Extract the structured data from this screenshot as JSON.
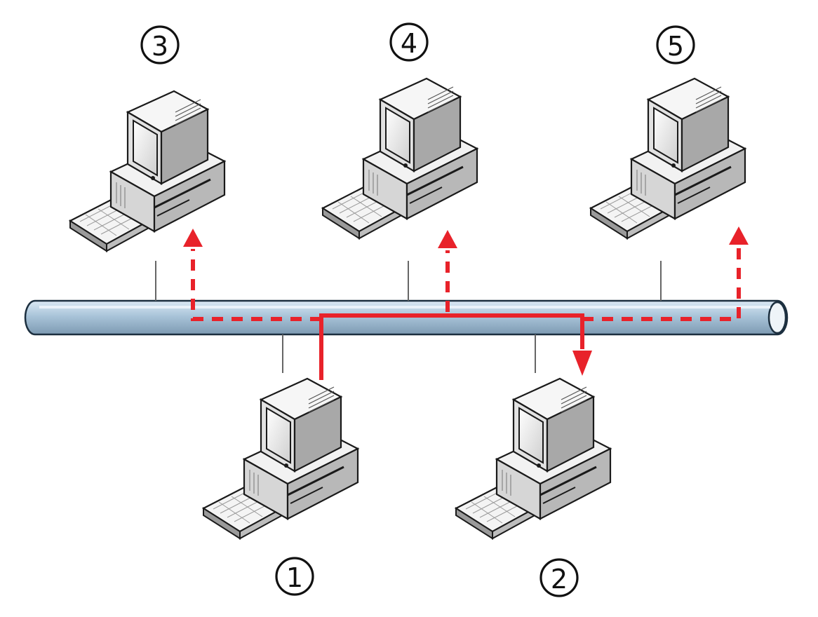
{
  "colors": {
    "bus_fill_top": "#dbe9f4",
    "bus_fill_mid": "#a9c4d9",
    "bus_fill_bottom": "#7d9ab2",
    "bus_stroke": "#1c2f3f",
    "signal": "#e8222a",
    "computer_light": "#f7f7f7",
    "computer_mid": "#d8d8d8",
    "computer_dark": "#8a8a8a",
    "outline": "#1a1a1a"
  },
  "nodes": [
    {
      "id": "1",
      "label": "①",
      "role": "sender"
    },
    {
      "id": "2",
      "label": "②",
      "role": "destination"
    },
    {
      "id": "3",
      "label": "③",
      "role": "other"
    },
    {
      "id": "4",
      "label": "④",
      "role": "other"
    },
    {
      "id": "5",
      "label": "⑤",
      "role": "other"
    }
  ],
  "signal": {
    "from": "1",
    "delivered_to": "2",
    "also_reaches": [
      "3",
      "4",
      "5"
    ]
  }
}
